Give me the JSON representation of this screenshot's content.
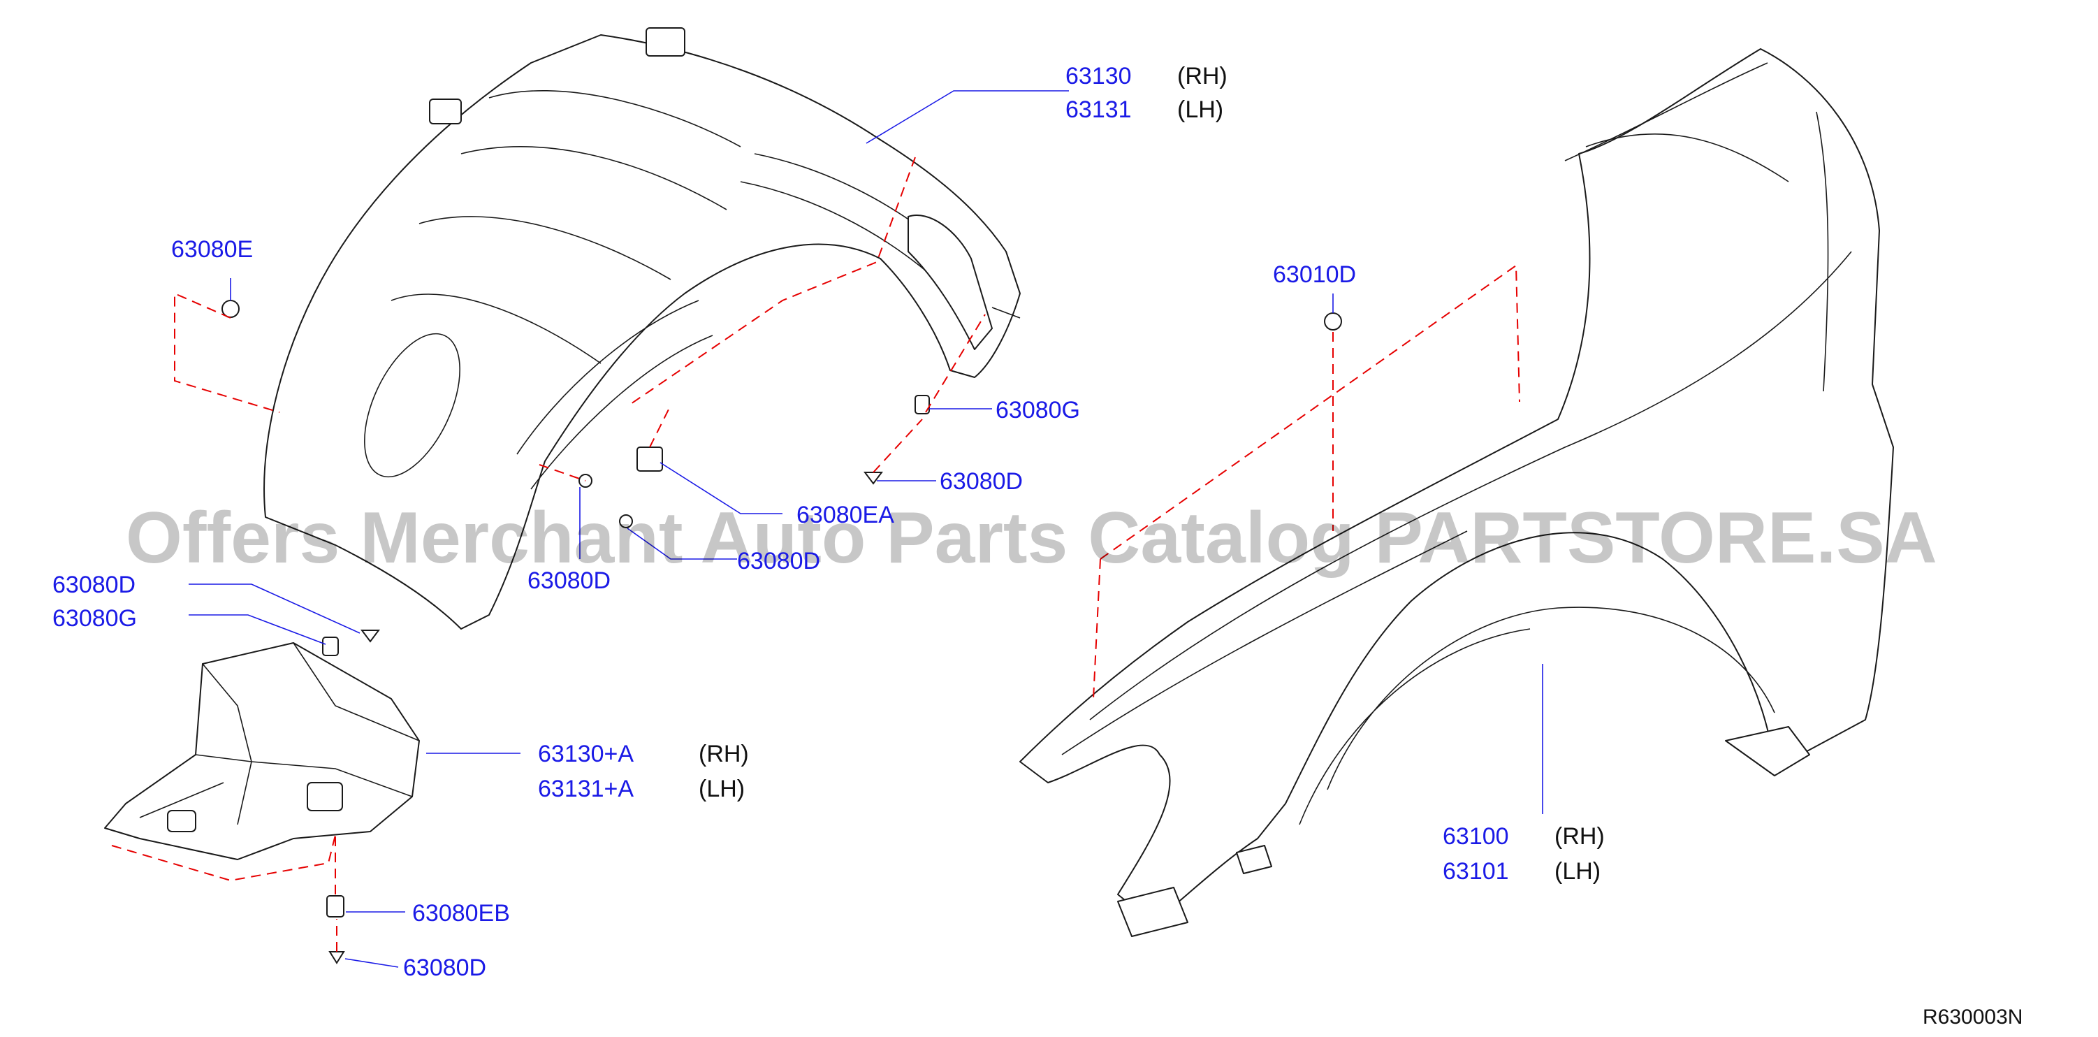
{
  "diagram": {
    "drawing_code": "R630003N",
    "watermark": "Offers Merchant Auto Parts Catalog PARTSTORE.SA",
    "colors": {
      "label": "#1a1ae6",
      "dash": "#e60000",
      "outline": "#1a1a1a"
    },
    "callouts": {
      "c63130": {
        "part": "63130",
        "side": "(RH)"
      },
      "c63131": {
        "part": "63131",
        "side": "(LH)"
      },
      "c63080E": {
        "part": "63080E"
      },
      "c63080G_a": {
        "part": "63080G"
      },
      "c63080D_a": {
        "part": "63080D"
      },
      "c63080EA": {
        "part": "63080EA"
      },
      "c63080D_b": {
        "part": "63080D"
      },
      "c63080D_c": {
        "part": "63080D"
      },
      "c63080D_d": {
        "part": "63080D"
      },
      "c63080G_b": {
        "part": "63080G"
      },
      "c63130A": {
        "part": "63130+A",
        "side": "(RH)"
      },
      "c63131A": {
        "part": "63131+A",
        "side": "(LH)"
      },
      "c63080EB": {
        "part": "63080EB"
      },
      "c63080D_e": {
        "part": "63080D"
      },
      "c63010D": {
        "part": "63010D"
      },
      "c63100": {
        "part": "63100",
        "side": "(RH)"
      },
      "c63101": {
        "part": "63101",
        "side": "(LH)"
      }
    }
  }
}
